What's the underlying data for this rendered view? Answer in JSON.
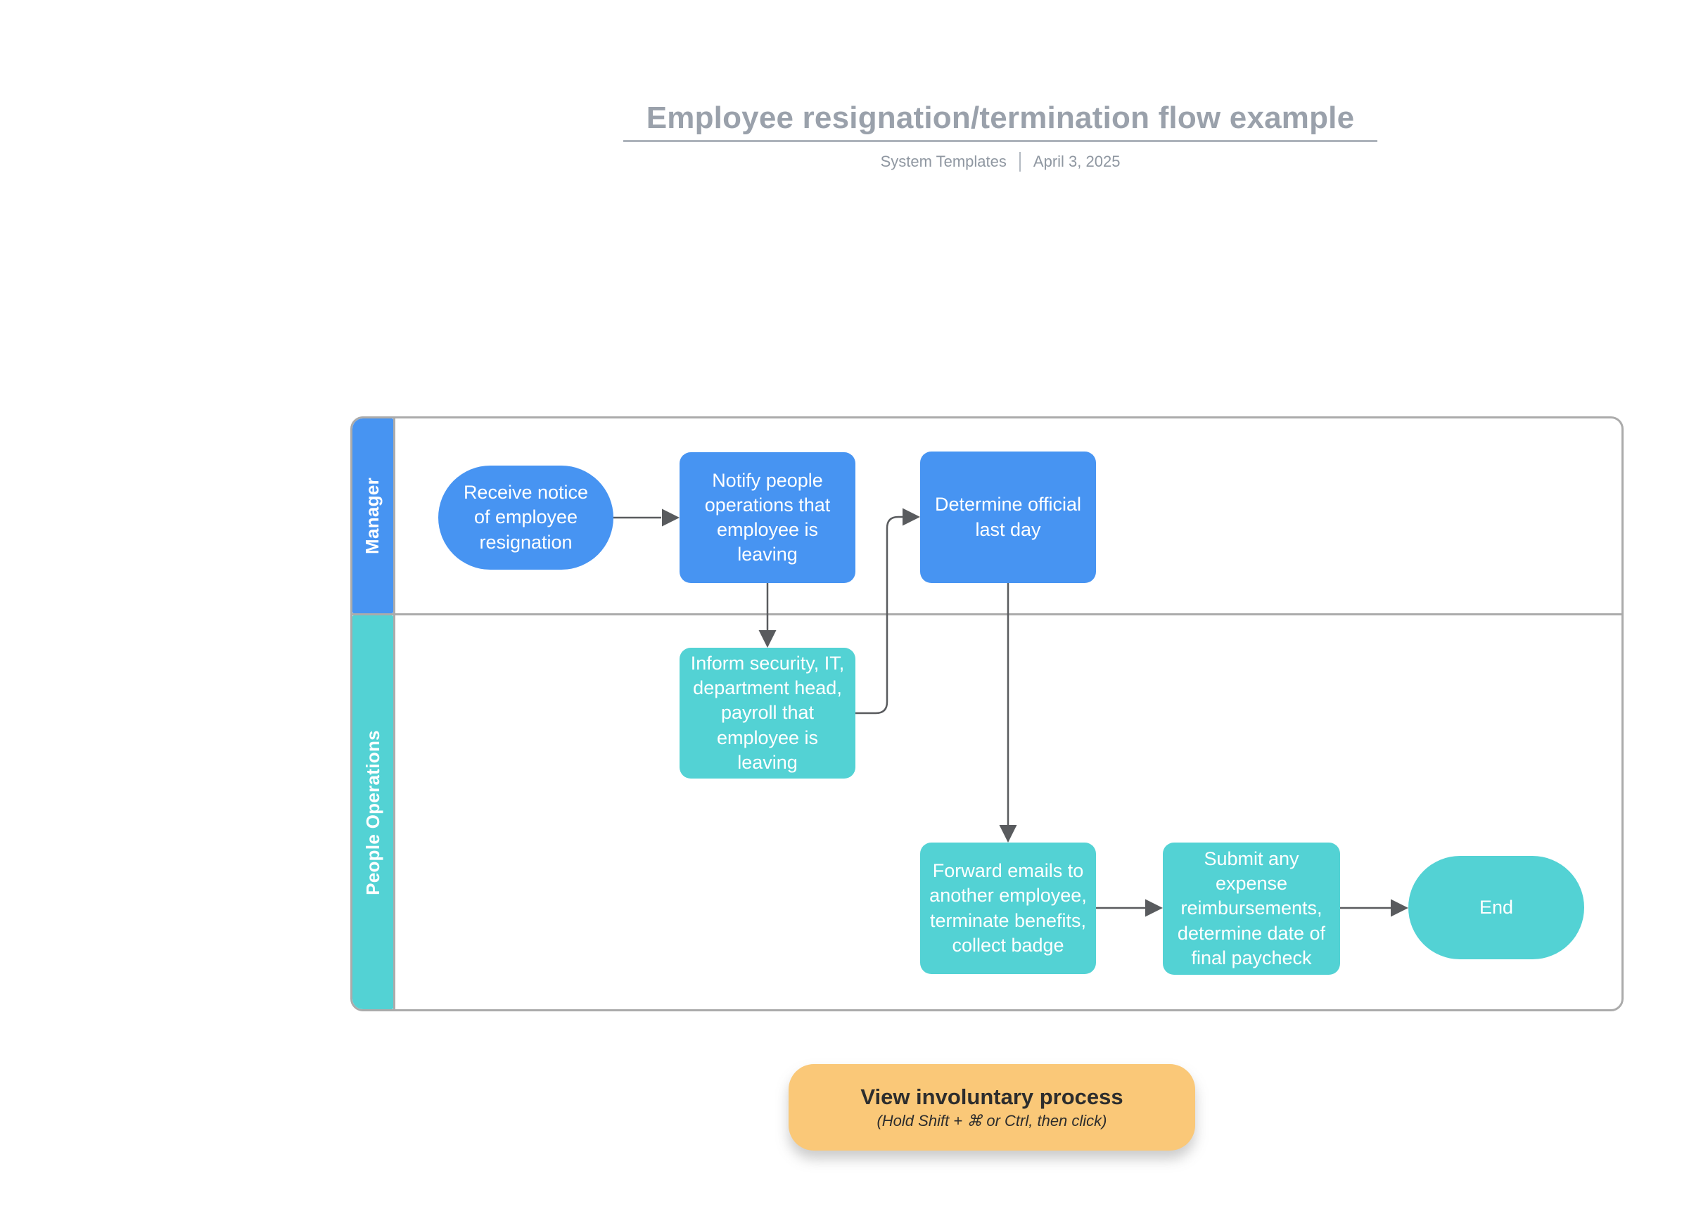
{
  "header": {
    "title": "Employee resignation/termination flow example",
    "author": "System Templates",
    "date": "April 3, 2025"
  },
  "diagram": {
    "type": "flowchart-swimlane",
    "lanes": [
      {
        "label": "Manager",
        "color": "#4794F2"
      },
      {
        "label": "People Operations",
        "color": "#53D2D4"
      }
    ],
    "nodes": [
      {
        "id": "receive-notice",
        "lane": "Manager",
        "shape": "terminator",
        "color": "#4794F2",
        "label": "Receive notice of employee resignation"
      },
      {
        "id": "notify-people-ops",
        "lane": "Manager",
        "shape": "process",
        "color": "#4794F2",
        "label": "Notify people operations that employee is leaving"
      },
      {
        "id": "determine-last-day",
        "lane": "Manager",
        "shape": "process",
        "color": "#4794F2",
        "label": "Determine official last day"
      },
      {
        "id": "inform-security",
        "lane": "People Operations",
        "shape": "process",
        "color": "#53D2D4",
        "label": "Inform security, IT, department head, payroll that employee is leaving"
      },
      {
        "id": "forward-emails",
        "lane": "People Operations",
        "shape": "process",
        "color": "#53D2D4",
        "label": "Forward emails to another employee, terminate benefits, collect badge"
      },
      {
        "id": "submit-expenses",
        "lane": "People Operations",
        "shape": "process",
        "color": "#53D2D4",
        "label": "Submit any expense reimbursements, determine date of final paycheck"
      },
      {
        "id": "end",
        "lane": "People Operations",
        "shape": "terminator",
        "color": "#53D2D4",
        "label": "End"
      }
    ],
    "edges": [
      {
        "from": "receive-notice",
        "to": "notify-people-ops"
      },
      {
        "from": "notify-people-ops",
        "to": "inform-security"
      },
      {
        "from": "inform-security",
        "to": "determine-last-day"
      },
      {
        "from": "determine-last-day",
        "to": "forward-emails"
      },
      {
        "from": "forward-emails",
        "to": "submit-expenses"
      },
      {
        "from": "submit-expenses",
        "to": "end"
      }
    ]
  },
  "link_button": {
    "label": "View involuntary process",
    "hint": "(Hold Shift + ⌘ or Ctrl, then click)",
    "color": "#FAC878"
  },
  "colors": {
    "blue": "#4794F2",
    "teal": "#53D2D4",
    "border_gray": "#ABABAB",
    "arrow_gray": "#595B5E",
    "title_gray": "#9AA1AB",
    "subtitle_gray": "#8F97A1",
    "button_orange": "#FAC878",
    "button_text": "#2D2D2D"
  }
}
